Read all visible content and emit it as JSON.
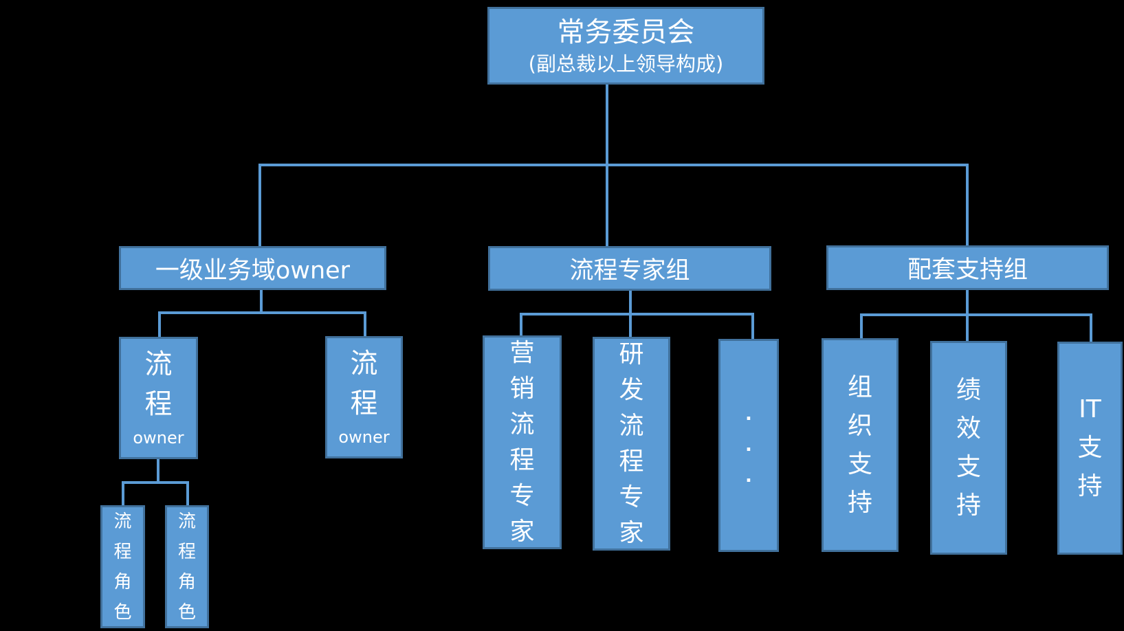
{
  "colors": {
    "background": "#000000",
    "box_fill": "#5B9BD5",
    "box_border": "#41719C",
    "connector": "#5B9BD5",
    "text": "#FFFFFF"
  },
  "root": {
    "title": "常务委员会",
    "subtitle": "(副总裁以上领导构成)"
  },
  "level2": {
    "business": {
      "label": "一级业务域owner"
    },
    "expert": {
      "label": "流程专家组"
    },
    "support": {
      "label": "配套支持组"
    }
  },
  "business_children": {
    "owner1": {
      "label": "流程owner",
      "lines": [
        "流",
        "程",
        "owner"
      ]
    },
    "owner2": {
      "label": "流程owner",
      "lines": [
        "流",
        "程",
        "owner"
      ]
    },
    "role1": {
      "label": "流程角色",
      "lines": [
        "流",
        "程",
        "角",
        "色"
      ]
    },
    "role2": {
      "label": "流程角色",
      "lines": [
        "流",
        "程",
        "角",
        "色"
      ]
    }
  },
  "expert_children": {
    "marketing": {
      "label": "营销流程专家",
      "lines": [
        "营",
        "销",
        "流",
        "程",
        "专",
        "家"
      ]
    },
    "rnd": {
      "label": "研发流程专家",
      "lines": [
        "研",
        "发",
        "流",
        "程",
        "专",
        "家"
      ]
    },
    "ellipsis": {
      "label": "…",
      "lines": [
        ".",
        ".",
        "."
      ]
    }
  },
  "support_children": {
    "org": {
      "label": "组织支持",
      "lines": [
        "组",
        "织",
        "支",
        "持"
      ]
    },
    "performance": {
      "label": "绩效支持",
      "lines": [
        "绩",
        "效",
        "支",
        "持"
      ]
    },
    "it": {
      "label": "IT支持",
      "lines": [
        "IT",
        "支",
        "持"
      ]
    }
  }
}
